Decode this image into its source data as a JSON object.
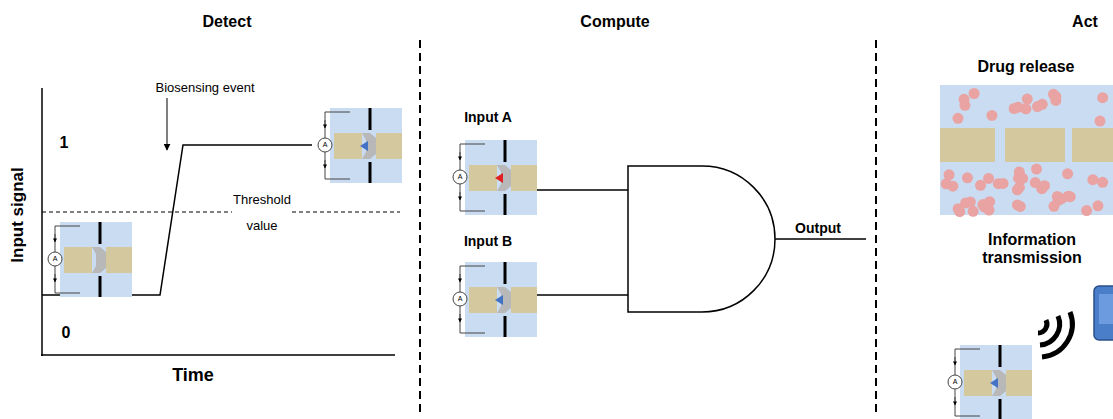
{
  "diagram": {
    "labels": [
      "Detect",
      "Compute",
      "Act",
      "Input signal",
      "1",
      "0",
      "Biosensing event",
      "Threshold",
      "value",
      "Time",
      "Input A",
      "Input B",
      "Output",
      "Drug release",
      "Information transmission",
      "A",
      "A",
      "A",
      "A",
      "A"
    ]
  }
}
